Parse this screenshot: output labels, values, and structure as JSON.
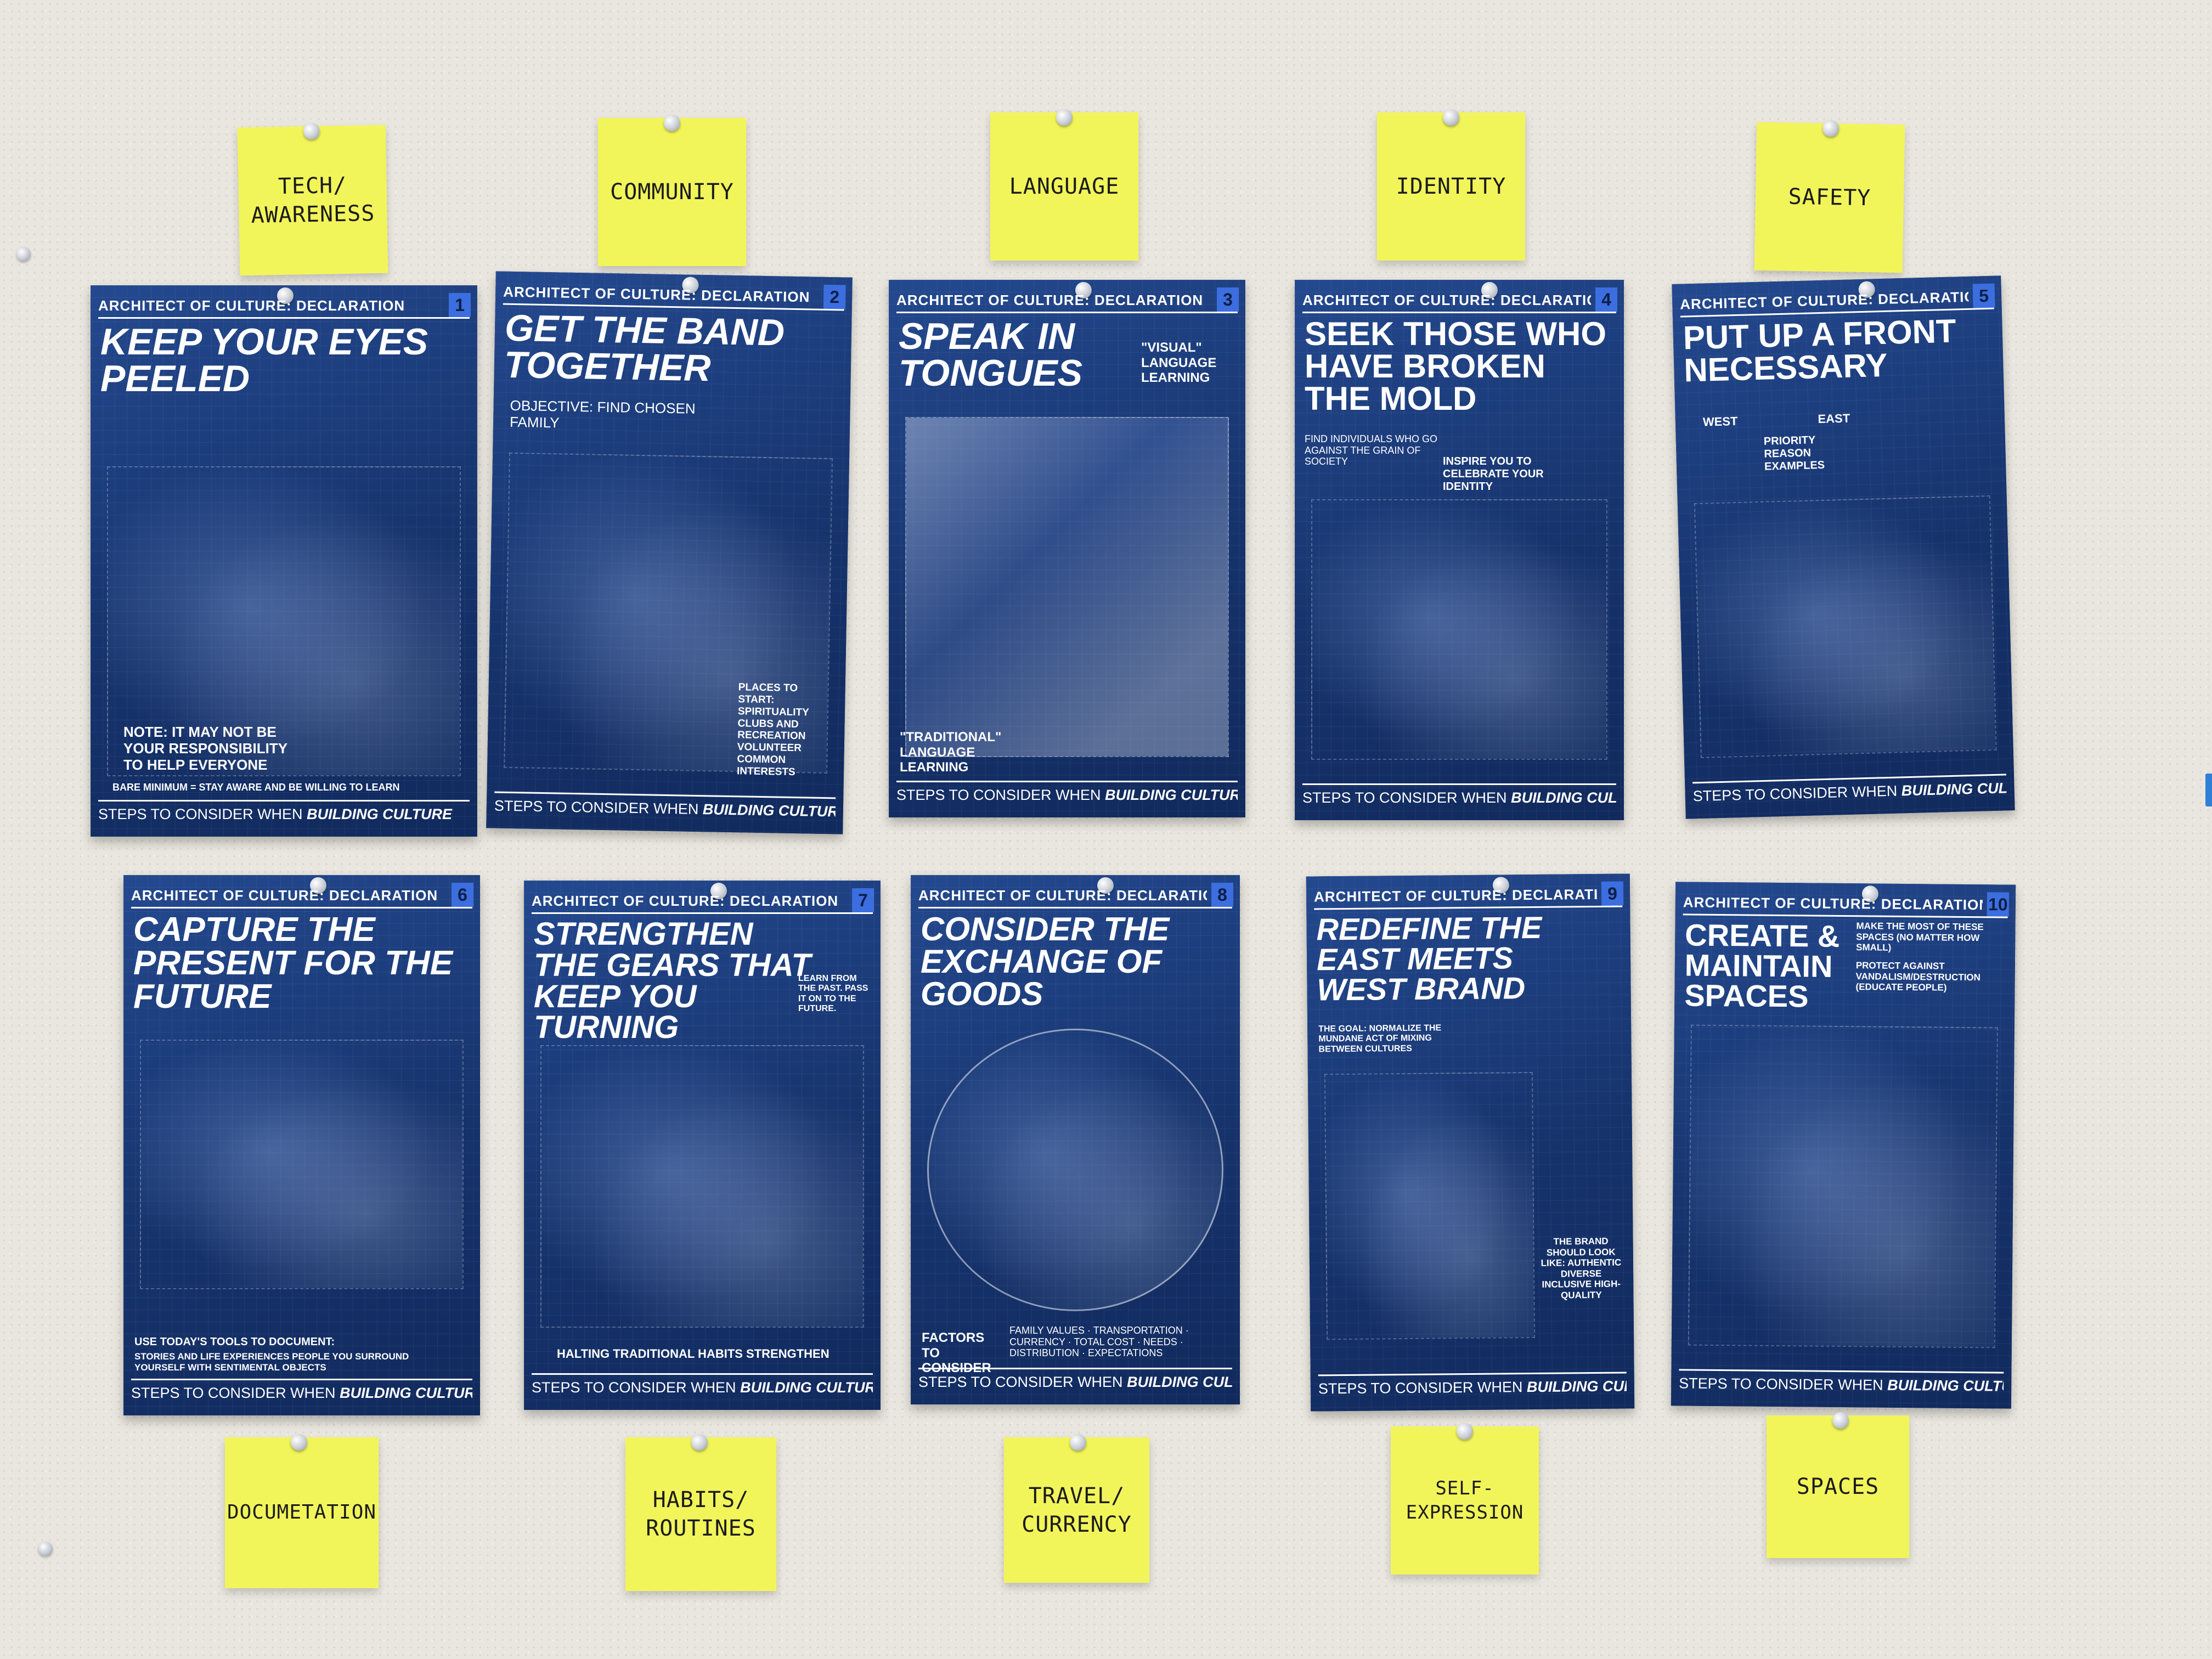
{
  "top_stickies": [
    "TECH/ AWARENESS",
    "COMMUNITY",
    "LANGUAGE",
    "IDENTITY",
    "SAFETY"
  ],
  "bottom_stickies": [
    "DOCUMETATION",
    "HABITS/ ROUTINES",
    "TRAVEL/ CURRENCY",
    "SELF-EXPRESSION",
    "SPACES"
  ],
  "poster_header": "ARCHITECT OF CULTURE: DECLARATION",
  "poster_footer_prefix": "STEPS TO CONSIDER WHEN",
  "poster_footer_emph": "BUILDING CULTURE",
  "posters": [
    {
      "num": "1",
      "title": "KEEP YOUR EYES PEELED",
      "note": "NOTE: IT MAY NOT BE YOUR RESPONSIBILITY TO HELP EVERYONE",
      "sub": "BARE MINIMUM = STAY AWARE AND BE WILLING TO LEARN"
    },
    {
      "num": "2",
      "title": "GET THE BAND TOGETHER",
      "note": "OBJECTIVE: FIND CHOSEN FAMILY",
      "sub": "PLACES TO START: SPIRITUALITY CLUBS AND RECREATION VOLUNTEER COMMON INTERESTS"
    },
    {
      "num": "3",
      "title": "SPEAK IN TONGUES",
      "note": "\"VISUAL\" LANGUAGE LEARNING",
      "sub": "\"TRADITIONAL\" LANGUAGE LEARNING"
    },
    {
      "num": "4",
      "title": "SEEK THOSE WHO HAVE BROKEN THE MOLD",
      "note": "FIND INDIVIDUALS WHO GO AGAINST THE GRAIN OF SOCIETY",
      "sub": "INSPIRE YOU TO CELEBRATE YOUR IDENTITY"
    },
    {
      "num": "5",
      "title": "PUT UP A FRONT NECESSARY",
      "note": "WEST  EAST",
      "sub": "PRIORITY  REASON  EXAMPLES"
    },
    {
      "num": "6",
      "title": "CAPTURE THE PRESENT FOR THE FUTURE",
      "note": "USE TODAY'S TOOLS TO DOCUMENT:",
      "sub": "STORIES AND LIFE EXPERIENCES  PEOPLE YOU SURROUND YOURSELF WITH  SENTIMENTAL OBJECTS"
    },
    {
      "num": "7",
      "title": "STRENGTHEN THE GEARS THAT KEEP YOU TURNING",
      "note": "LEARN FROM THE PAST. PASS IT ON TO THE FUTURE.",
      "sub": "HALTING TRADITIONAL HABITS  STRENGTHEN"
    },
    {
      "num": "8",
      "title": "CONSIDER THE EXCHANGE OF GOODS",
      "note": "FACTORS TO CONSIDER",
      "sub": "FAMILY VALUES · TRANSPORTATION · CURRENCY · TOTAL COST · NEEDS · DISTRIBUTION · EXPECTATIONS"
    },
    {
      "num": "9",
      "title": "REDEFINE THE EAST MEETS WEST BRAND",
      "note": "THE GOAL: NORMALIZE THE MUNDANE ACT OF MIXING BETWEEN CULTURES",
      "sub": "THE BRAND SHOULD LOOK LIKE: AUTHENTIC DIVERSE INCLUSIVE HIGH-QUALITY"
    },
    {
      "num": "10",
      "title": "CREATE & MAINTAIN SPACES",
      "note": "MAKE THE MOST OF THESE SPACES (NO MATTER HOW SMALL)",
      "sub": "PROTECT AGAINST VANDALISM/DESTRUCTION (EDUCATE PEOPLE)"
    }
  ],
  "colors": {
    "poster_blue": "#1a3a78",
    "sticky_yellow": "#f2f55a",
    "wall": "#e9e6df",
    "tab_blue": "#3c6ee0"
  }
}
